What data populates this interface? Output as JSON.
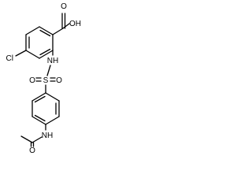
{
  "molecule": {
    "atoms": {
      "carboxylic_acid_oh": "OH",
      "carbonyl_o": "O",
      "chlorine": "Cl",
      "sulfonamide_nh": "NH",
      "sulfur": "S",
      "sulfonyl_o_left": "O",
      "sulfonyl_o_right": "O",
      "amide_nh": "NH",
      "amide_carbonyl_o": "O"
    }
  }
}
